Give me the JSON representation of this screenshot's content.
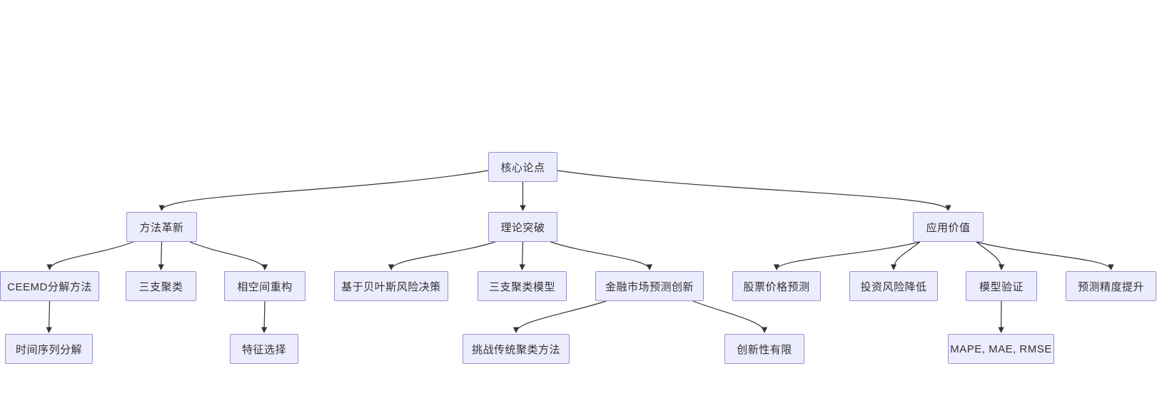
{
  "diagram": {
    "type": "flowchart",
    "direction": "top-down",
    "colors": {
      "background": "#ffffff",
      "node_fill": "#ECECFF",
      "node_border": "#9d8fd0",
      "edge": "#333333",
      "text": "#333333"
    },
    "nodes": [
      {
        "id": "core-thesis",
        "label": "核心论点"
      },
      {
        "id": "method-innovation",
        "label": "方法革新"
      },
      {
        "id": "theory-breakthrough",
        "label": "理论突破"
      },
      {
        "id": "application-value",
        "label": "应用价值"
      },
      {
        "id": "ceemd-decomposition",
        "label": "CEEMD分解方法"
      },
      {
        "id": "three-way-clustering",
        "label": "三支聚类"
      },
      {
        "id": "phase-space-reconstruction",
        "label": "相空间重构"
      },
      {
        "id": "bayesian-risk-decision",
        "label": "基于贝叶斯风险决策"
      },
      {
        "id": "three-way-clustering-model",
        "label": "三支聚类模型"
      },
      {
        "id": "financial-market-forecast-innovation",
        "label": "金融市场预测创新"
      },
      {
        "id": "stock-price-prediction",
        "label": "股票价格预测"
      },
      {
        "id": "investment-risk-reduction",
        "label": "投资风险降低"
      },
      {
        "id": "model-validation",
        "label": "模型验证"
      },
      {
        "id": "forecast-accuracy-improvement",
        "label": "预测精度提升"
      },
      {
        "id": "time-series-decomposition",
        "label": "时间序列分解"
      },
      {
        "id": "feature-selection",
        "label": "特征选择"
      },
      {
        "id": "challenge-traditional-clustering",
        "label": "挑战传统聚类方法"
      },
      {
        "id": "limited-innovation",
        "label": "创新性有限"
      },
      {
        "id": "evaluation-metrics",
        "label": "MAPE, MAE, RMSE"
      }
    ],
    "edges": [
      {
        "from": "core-thesis",
        "to": "method-innovation"
      },
      {
        "from": "core-thesis",
        "to": "theory-breakthrough"
      },
      {
        "from": "core-thesis",
        "to": "application-value"
      },
      {
        "from": "method-innovation",
        "to": "ceemd-decomposition"
      },
      {
        "from": "method-innovation",
        "to": "three-way-clustering"
      },
      {
        "from": "method-innovation",
        "to": "phase-space-reconstruction"
      },
      {
        "from": "theory-breakthrough",
        "to": "bayesian-risk-decision"
      },
      {
        "from": "theory-breakthrough",
        "to": "three-way-clustering-model"
      },
      {
        "from": "theory-breakthrough",
        "to": "financial-market-forecast-innovation"
      },
      {
        "from": "application-value",
        "to": "stock-price-prediction"
      },
      {
        "from": "application-value",
        "to": "investment-risk-reduction"
      },
      {
        "from": "application-value",
        "to": "model-validation"
      },
      {
        "from": "application-value",
        "to": "forecast-accuracy-improvement"
      },
      {
        "from": "ceemd-decomposition",
        "to": "time-series-decomposition"
      },
      {
        "from": "phase-space-reconstruction",
        "to": "feature-selection"
      },
      {
        "from": "financial-market-forecast-innovation",
        "to": "challenge-traditional-clustering"
      },
      {
        "from": "financial-market-forecast-innovation",
        "to": "limited-innovation"
      },
      {
        "from": "model-validation",
        "to": "evaluation-metrics"
      }
    ]
  }
}
